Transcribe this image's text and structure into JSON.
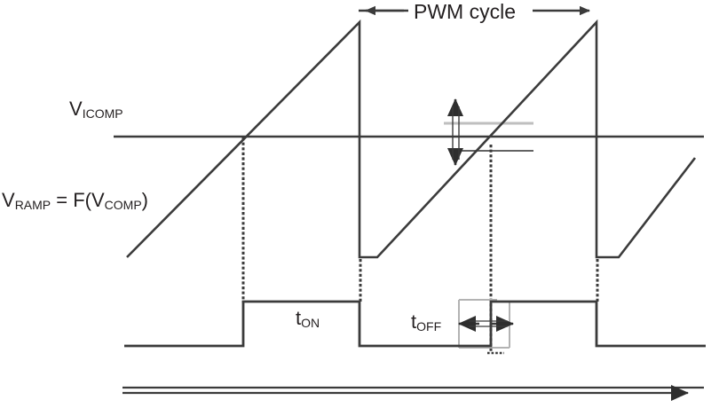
{
  "figure": {
    "title_label": "PWM cycle",
    "background_color": "#ffffff",
    "line_color": "#3b3b3b",
    "accent_gray": "#a9a9a9",
    "labels": {
      "pwm_cycle": "PWM cycle",
      "vicomp_base": "V",
      "vicomp_sub": "ICOMP",
      "vramp_base_1": "V",
      "vramp_sub_1": "RAMP",
      "vramp_mid": " = F(V",
      "vramp_sub_2": "COMP",
      "vramp_end": ")",
      "t_on_base": "t",
      "t_on_sub": "ON",
      "t_off_base": "t",
      "t_off_sub": "OFF"
    }
  },
  "chart_data": {
    "type": "line",
    "title": "PWM cycle",
    "xlabel": "",
    "ylabel": "",
    "grid": false,
    "legend": "none",
    "axis_ranges": {
      "x": [
        0,
        810
      ],
      "y": [
        0,
        460
      ]
    },
    "annotations": [
      {
        "name": "pwm-cycle-span",
        "text": "PWM cycle",
        "x_start": 405,
        "x_end": 672,
        "y": 12,
        "style": "double-headed-horizontal-arrow"
      },
      {
        "name": "vicomp-level",
        "text": "V_ICOMP",
        "y": 154,
        "style": "horizontal-threshold-line"
      },
      {
        "name": "vramp-function",
        "text": "V_RAMP = F(V_COMP)",
        "style": "waveform-label"
      },
      {
        "name": "t-on-span",
        "text": "t_ON",
        "x_start": 274,
        "x_end": 405,
        "style": "pulse-high-region"
      },
      {
        "name": "t-off-span",
        "text": "t_OFF",
        "x_start": 405,
        "x_end": 553,
        "style": "double-headed-horizontal-arrow"
      },
      {
        "name": "ramp-slope-adjust",
        "style": "double-headed-vertical-arrow",
        "x": 513,
        "y_top": 112,
        "y_bottom": 186
      },
      {
        "name": "edge-shift-adjust",
        "style": "double-headed-horizontal-arrow",
        "x_start": 515,
        "x_end": 590,
        "y": 365
      },
      {
        "name": "time-axis",
        "style": "right-arrow",
        "x_start": 138,
        "x_end": 800,
        "y": 440
      }
    ],
    "series": [
      {
        "name": "V_RAMP sawtooth",
        "points": [
          [
            143,
            290
          ],
          [
            405,
            25
          ],
          [
            405,
            290
          ],
          [
            425,
            290
          ],
          [
            672,
            25
          ],
          [
            672,
            290
          ],
          [
            697,
            290
          ],
          [
            783,
            178
          ]
        ]
      },
      {
        "name": "V_ICOMP threshold",
        "points": [
          [
            128,
            154
          ],
          [
            793,
            154
          ]
        ]
      },
      {
        "name": "PWM gate signal",
        "points": [
          [
            140,
            390
          ],
          [
            274,
            390
          ],
          [
            274,
            340
          ],
          [
            405,
            340
          ],
          [
            405,
            390
          ],
          [
            553,
            390
          ],
          [
            553,
            340
          ],
          [
            672,
            340
          ],
          [
            672,
            390
          ],
          [
            795,
            390
          ]
        ]
      }
    ],
    "dotted_markers": [
      {
        "name": "ton-rising-marker",
        "x": 274,
        "y_start": 155,
        "y_end": 340
      },
      {
        "name": "ton-falling-marker",
        "x": 406,
        "y_start": 292,
        "y_end": 340
      },
      {
        "name": "toff-end-marker",
        "x": 553,
        "y_start": 163,
        "y_end": 398
      },
      {
        "name": "next-cycle-marker",
        "x": 673,
        "y_start": 292,
        "y_end": 340
      }
    ],
    "gray_guides": [
      {
        "name": "upper-ramp-guide",
        "x_start": 500,
        "x_end": 600,
        "y": 139,
        "color": "#bfbfbf"
      },
      {
        "name": "lower-ramp-guide",
        "x_start": 510,
        "x_end": 600,
        "y": 170,
        "color": "#4d4d4d"
      },
      {
        "name": "edge-box-left",
        "x": 517,
        "y_start": 338,
        "y_end": 392,
        "color": "#b3b3b3"
      },
      {
        "name": "edge-box-right",
        "x": 574,
        "y_start": 340,
        "y_end": 392,
        "color": "#b3b3b3"
      }
    ]
  }
}
